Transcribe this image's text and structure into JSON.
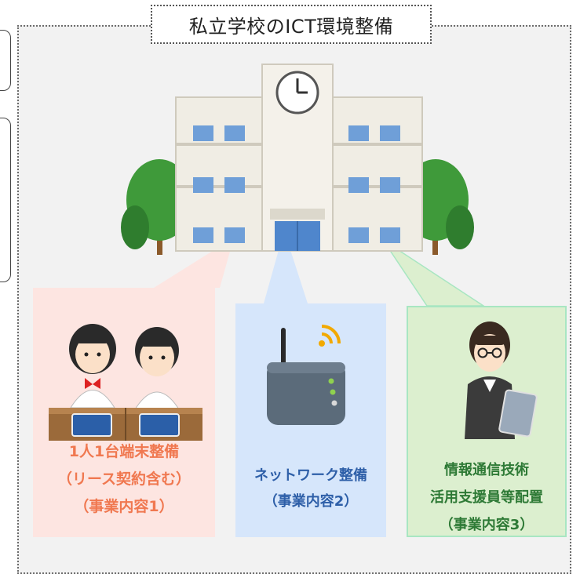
{
  "title": "私立学校のICT環境整備",
  "items": [
    {
      "lines": [
        "1人1台端末整備",
        "（リース契約含む）",
        "（事業内容1）"
      ],
      "color": "#f07850",
      "fill": "#fde5e1"
    },
    {
      "lines": [
        "ネットワーク整備",
        "（事業内容2）"
      ],
      "color": "#2e5fa8",
      "fill": "#d6e6fb"
    },
    {
      "lines": [
        "情報通信技術",
        "活用支援員等配置",
        "（事業内容3）"
      ],
      "color": "#2e7a36",
      "fill": "#dcefcf"
    }
  ],
  "icons": [
    "school-building-illustration",
    "students-with-tablets-illustration",
    "wifi-router-illustration",
    "support-staff-with-tablet-illustration"
  ]
}
